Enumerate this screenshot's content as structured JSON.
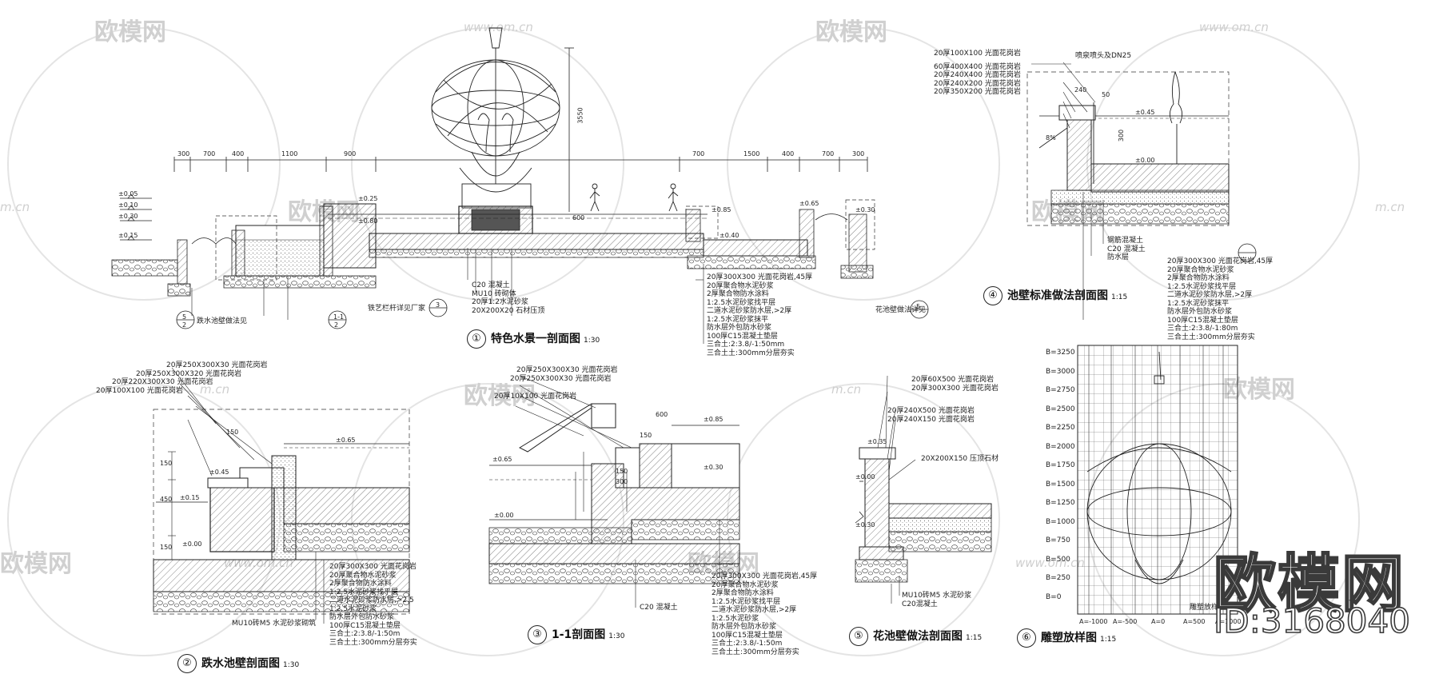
{
  "watermarks": {
    "logo": "欧模网",
    "url": "www.om.cn",
    "url_short": "m.cn",
    "id": "ID:3168040"
  },
  "drawings": [
    {
      "num": "①",
      "title": "特色水景一剖面图",
      "scale": "1:30"
    },
    {
      "num": "②",
      "title": "跌水池壁剖面图",
      "scale": "1:30"
    },
    {
      "num": "③",
      "title": "1-1剖面图",
      "scale": "1:30"
    },
    {
      "num": "④",
      "title": "池壁标准做法剖面图",
      "scale": "1:15"
    },
    {
      "num": "⑤",
      "title": "花池壁做法剖面图",
      "scale": "1:15"
    },
    {
      "num": "⑥",
      "title": "雕塑放样图",
      "scale": "1:15"
    }
  ],
  "section1": {
    "top_dims": [
      "300",
      "700",
      "400",
      "1100",
      "900",
      "700",
      "1500",
      "400",
      "700",
      "300"
    ],
    "height_dim": "3550",
    "mid_dim": "600",
    "elev_left": [
      "±0.05",
      "±0.10",
      "±0.30",
      "±0.15"
    ],
    "elev_mid": [
      "±0.25",
      "±0.80",
      "±0.85",
      "±0.40",
      "±0.65",
      "±0.30"
    ],
    "notes": [
      "C20 混凝土",
      "MU10 砖砌体",
      "20厚1:2水泥砂浆",
      "20X200X20 石材压顶"
    ],
    "layers": [
      "20厚300X300 光面花岗岩,45厚",
      "20厚聚合物水泥砂浆",
      "2厚聚合物防水涂料",
      "1:2.5水泥砂浆找平层",
      "二道水泥砂浆防水层,>2厚",
      "1:2.5水泥砂浆抹平",
      "防水层外包防水砂浆",
      "100厚C15混凝土垫层",
      "三合土:2:3.8/-1:50mm",
      "三合土土:300mm分层夯实"
    ],
    "refs": [
      "5",
      "2",
      "1-1",
      "2",
      "3",
      "5"
    ],
    "callouts": [
      "跌水池壁做法见",
      "铁艺栏杆详见厂家",
      "花池壁做法详见"
    ]
  },
  "section2": {
    "labels": [
      "20厚250X300X30 光面花岗岩",
      "20厚250X300X320 光面花岗岩",
      "20厚220X300X30 光面花岗岩",
      "20厚100X100 光面花岗岩"
    ],
    "elev": [
      "±0.65",
      "±0.45",
      "±0.15",
      "±0.00"
    ],
    "dims": [
      "150",
      "450",
      "150",
      "150"
    ],
    "layers": [
      "20厚300X300 光面花岗岩",
      "20厚聚合物水泥砂浆",
      "2厚聚合物防水涂料",
      "1:2.5水泥砂浆找平层",
      "二道水泥砂浆防水层,>2.5",
      "1:2.5水泥砂浆",
      "防水层外包防水砂浆",
      "100厚C15混凝土垫层",
      "三合土:2:3.8/-1:50m",
      "三合土土:300mm分层夯实"
    ],
    "bottom": "MU10砖M5 水泥砂浆砌筑"
  },
  "section3": {
    "labels": [
      "20厚250X300X30 光面花岗岩",
      "20厚250X300X30 光面花岗岩",
      "20厚10X100 光面花岗岩"
    ],
    "elev": [
      "±0.85",
      "±0.65",
      "±0.30",
      "±0.00"
    ],
    "dims": [
      "600",
      "150",
      "150",
      "300"
    ],
    "layers": [
      "20厚300X300 光面花岗岩,45厚",
      "20厚聚合物水泥砂浆",
      "2厚聚合物防水涂料",
      "1:2.5水泥砂浆找平层",
      "二道水泥砂浆防水层,>2厚",
      "1:2.5水泥砂浆",
      "防水层外包防水砂浆",
      "100厚C15混凝土垫层",
      "三合土:2:3.8/-1:50m",
      "三合土土:300mm分层夯实"
    ],
    "bottom": "C20 混凝土"
  },
  "section4": {
    "labels": [
      "20厚100X100 光面花岗岩",
      "60厚400X400 光面花岗岩",
      "20厚240X400 光面花岗岩",
      "20厚240X200 光面花岗岩",
      "20厚350X200 光面花岗岩"
    ],
    "top_label": "喷泉喷头及DN25",
    "elev": [
      "±0.45",
      "±0.00"
    ],
    "dims": [
      "240",
      "50",
      "300"
    ],
    "grade": "8%",
    "layers": [
      "20厚300X300 光面花岗岩,45厚",
      "20厚聚合物水泥砂浆",
      "2厚聚合物防水涂料",
      "1:2.5水泥砂浆找平层",
      "二道水泥砂浆防水层,>2厚",
      "1:2.5水泥砂浆抹平",
      "防水层外包防水砂浆",
      "100厚C15混凝土垫层",
      "三合土:2:3.8/-1:80m",
      "三合土土:300mm分层夯实"
    ],
    "bottom_notes": [
      "钢筋混凝土",
      "C20 混凝土",
      "防水层"
    ]
  },
  "section5": {
    "labels": [
      "20厚60X500 光面花岗岩",
      "20厚300X300 光面花岗岩",
      "20厚240X500 光面花岗岩",
      "20厚240X150 光面花岗岩"
    ],
    "side_label": "20X200X150 压顶石材",
    "elev": [
      "±0.35",
      "±0.00",
      "±0.30"
    ],
    "bottom": [
      "MU10砖M5 水泥砂浆",
      "C20混凝土"
    ]
  },
  "section6": {
    "b_labels": [
      "B=3250",
      "B=3000",
      "B=2750",
      "B=2500",
      "B=2250",
      "B=2000",
      "B=1750",
      "B=1500",
      "B=1250",
      "B=1000",
      "B=750",
      "B=500",
      "B=250",
      "B=0"
    ],
    "a_labels": [
      "A=-1000",
      "A=-500",
      "A=0",
      "A=500",
      "A=1000"
    ],
    "note": "雕塑放样"
  }
}
